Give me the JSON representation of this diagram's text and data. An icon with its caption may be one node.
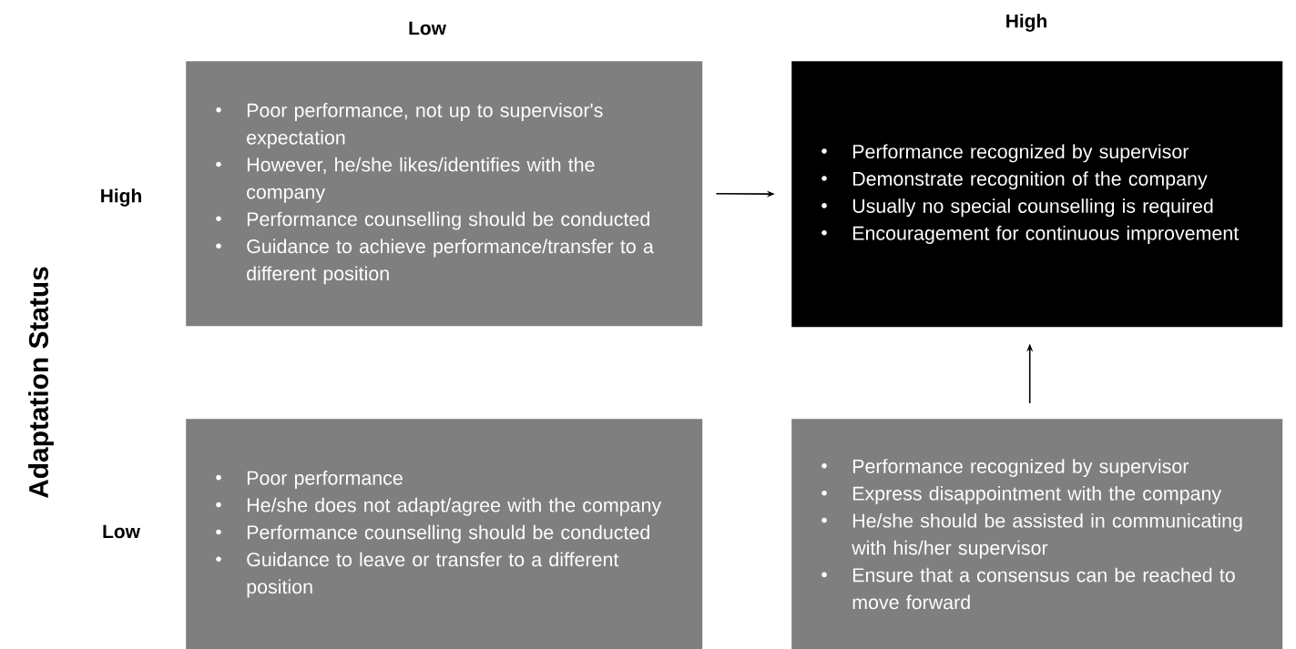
{
  "diagram": {
    "nodes": [
      {
        "text": [
          "Poor performance, not up to supervisor's expectation",
          "However, he/she likes/identifies with the company",
          "Performance counselling should be conducted",
          "Guidance to achieve performance/transfer to a different position"
        ]
      },
      {
        "text": [
          "Performance recognized by supervisor",
          "Demonstrate recognition of the company",
          "Usually no special counselling is required",
          "Encouragement for continuous improvement"
        ]
      },
      {
        "text": [
          "Poor performance",
          "He/she does not adapt/agree with the company",
          "Performance counselling should be conducted",
          "Guidance to leave or transfer to a different position"
        ]
      },
      {
        "text": [
          "Performance recognized by supervisor",
          "Express disappointment with the company",
          "He/she should be assisted in communicating with his/her supervisor",
          "Ensure that a consensus can be reached to move forward"
        ]
      }
    ],
    "edges": [
      {
        "from": 0,
        "to": 1,
        "arrow": "to"
      },
      {
        "from": 3,
        "to": 1,
        "arrow": "to"
      }
    ],
    "labels": [
      "Low",
      "High",
      "Adaptation Status",
      "High",
      "Low"
    ]
  }
}
